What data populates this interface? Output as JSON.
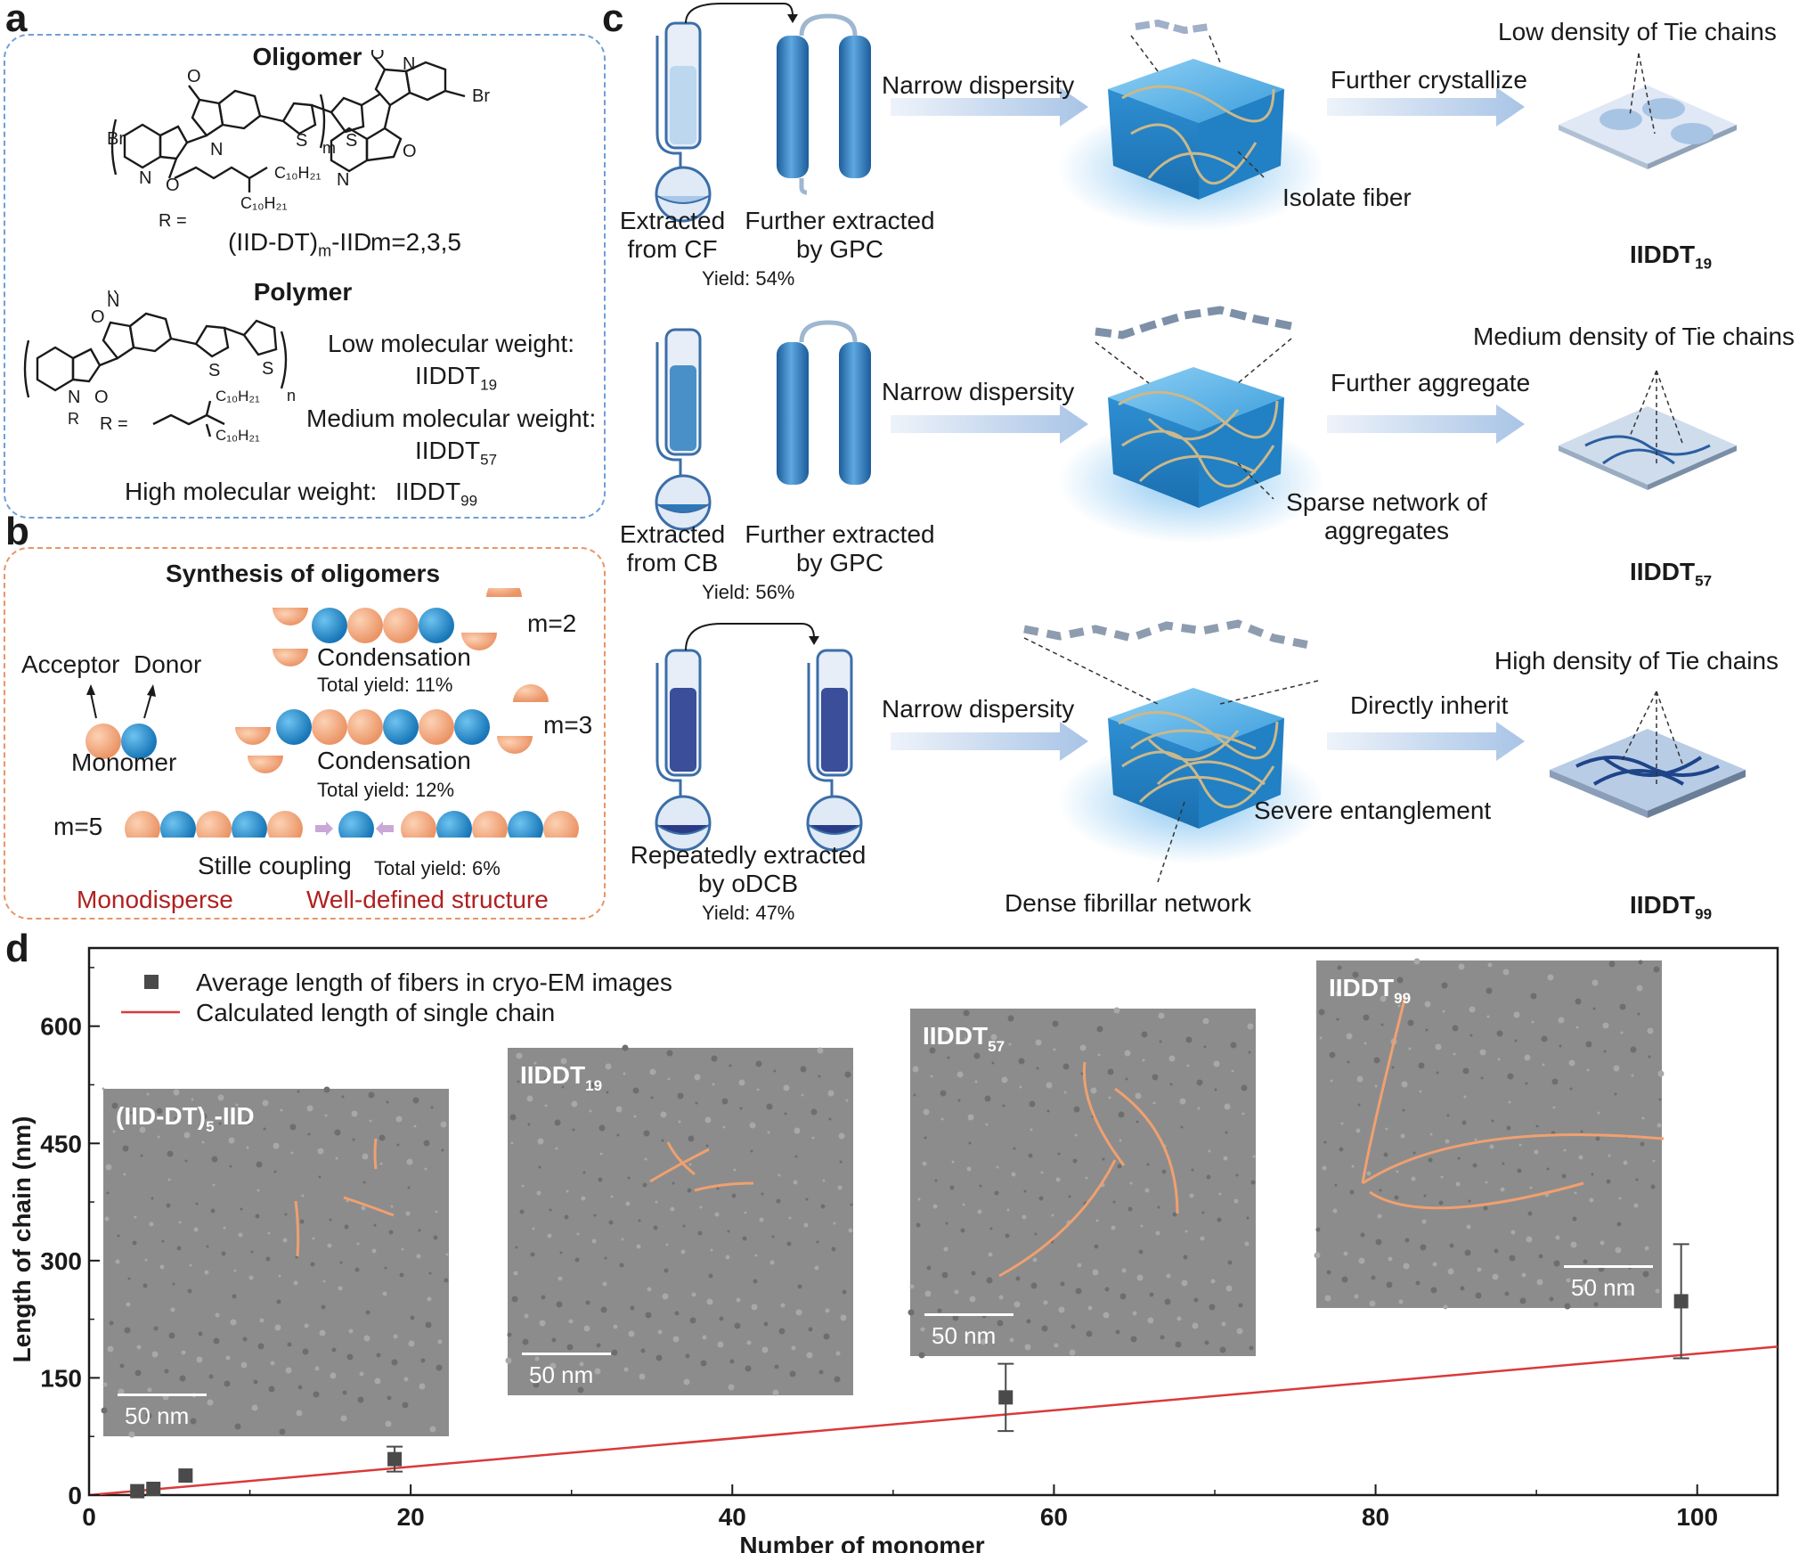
{
  "panels": {
    "a": "a",
    "b": "b",
    "c": "c",
    "d": "d"
  },
  "panel_a": {
    "oligomer_title": "Oligomer",
    "oligomer_formula_main": "(IID-DT)",
    "oligomer_formula_sub": "m",
    "oligomer_formula_tail": "-IID",
    "oligomer_m_values": "m=2,3,5",
    "polymer_title": "Polymer",
    "low_mw_label": "Low molecular weight:",
    "low_mw_name": "IIDDT",
    "low_mw_sub": "19",
    "medium_mw_label": "Medium molecular weight:",
    "medium_mw_name": "IIDDT",
    "medium_mw_sub": "57",
    "high_mw_label": "High molecular weight:",
    "high_mw_name": "IIDDT",
    "high_mw_sub": "99",
    "chem_R": "R",
    "chem_Br": "Br",
    "chem_S": "S",
    "chem_O": "O",
    "chem_N": "N",
    "chem_m": "m",
    "chem_n": "n",
    "chem_R_eq": "R =",
    "chem_C10H21": "C10H21"
  },
  "panel_b": {
    "title": "Synthesis of oligomers",
    "acceptor": "Acceptor",
    "donor": "Donor",
    "monomer": "Monomer",
    "m2": "m=2",
    "m3": "m=3",
    "m5": "m=5",
    "condensation1": "Condensation",
    "yield1": "Total yield: 11%",
    "condensation2": "Condensation",
    "yield2": "Total yield: 12%",
    "stille": "Stille coupling",
    "yield3": "Total yield: 6%",
    "monodisperse": "Monodisperse",
    "well_defined": "Well-defined structure"
  },
  "panel_c": {
    "rows": [
      {
        "extract1": "Extracted",
        "extract1b": "from CF",
        "extract2": "Further extracted",
        "extract2b": "by GPC",
        "yield": "Yield: 54%",
        "dispersity": "Narrow dispersity",
        "process": "Further crystallize",
        "note": "Isolate fiber",
        "density": "Low density of Tie chains",
        "name": "IIDDT",
        "sub": "19"
      },
      {
        "extract1": "Extracted",
        "extract1b": "from CB",
        "extract2": "Further extracted",
        "extract2b": "by GPC",
        "yield": "Yield: 56%",
        "dispersity": "Narrow dispersity",
        "process": "Further aggregate",
        "note": "Sparse network of",
        "note2": "aggregates",
        "density": "Medium density of Tie chains",
        "name": "IIDDT",
        "sub": "57"
      },
      {
        "extract1": "Repeatedly extracted",
        "extract1b": "by oDCB",
        "yield": "Yield: 47%",
        "dispersity": "Narrow dispersity",
        "process": "Directly inherit",
        "note": "Severe entanglement",
        "note2": "Dense fibrillar network",
        "density": "High density of Tie chains",
        "name": "IIDDT",
        "sub": "99"
      }
    ]
  },
  "chart_data": {
    "type": "scatter",
    "xlabel": "Number of monomer",
    "ylabel": "Length of chain (nm)",
    "xlim": [
      0,
      105
    ],
    "ylim": [
      0,
      700
    ],
    "xticks": [
      0,
      20,
      40,
      60,
      80,
      100
    ],
    "yticks": [
      0,
      150,
      300,
      450,
      600
    ],
    "legend_position": "top-left",
    "series": [
      {
        "name": "Average length of  fibers in cryo-EM images",
        "type": "scatter",
        "color": "#4a4a4a",
        "points": [
          {
            "x": 3,
            "y": 5,
            "err": 0
          },
          {
            "x": 4,
            "y": 8,
            "err": 0
          },
          {
            "x": 6,
            "y": 25,
            "err": 0
          },
          {
            "x": 19,
            "y": 46,
            "err": 16
          },
          {
            "x": 57,
            "y": 125,
            "err": 43
          },
          {
            "x": 99,
            "y": 248,
            "err": 73
          }
        ]
      },
      {
        "name": "Calculated length of single chain",
        "type": "line",
        "color": "#d93a3a",
        "points": [
          {
            "x": 0,
            "y": 0
          },
          {
            "x": 105,
            "y": 190
          }
        ]
      }
    ],
    "insets": [
      {
        "label_main": "(IID-DT)",
        "label_sub": "5",
        "label_tail": "-IID",
        "scale": "50 nm"
      },
      {
        "label_main": "IIDDT",
        "label_sub": "19",
        "label_tail": "",
        "scale": "50 nm"
      },
      {
        "label_main": "IIDDT",
        "label_sub": "57",
        "label_tail": "",
        "scale": "50 nm"
      },
      {
        "label_main": "IIDDT",
        "label_sub": "99",
        "label_tail": "",
        "scale": "50 nm"
      }
    ]
  }
}
